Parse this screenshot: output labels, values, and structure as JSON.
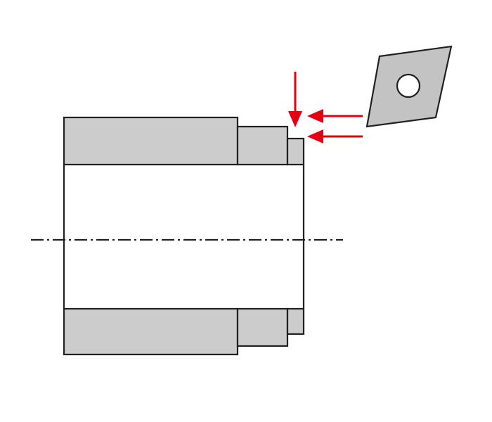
{
  "colors": {
    "background": "#ffffff",
    "workpiece_fill": "#cccccc",
    "outline": "#231f20",
    "arrow": "#e60012",
    "insert_fill": "#c3c3c3",
    "insert_hole_fill": "#ffffff"
  },
  "diagram": {
    "subject": "stepped-bore-workpiece-turning",
    "tool": "rhombic-turning-insert",
    "arrows": [
      {
        "name": "radial-feed-arrow",
        "direction": "down"
      },
      {
        "name": "axial-feed-arrow-upper",
        "direction": "left"
      },
      {
        "name": "axial-feed-arrow-lower",
        "direction": "left"
      }
    ],
    "centerline": "dash-dot"
  }
}
